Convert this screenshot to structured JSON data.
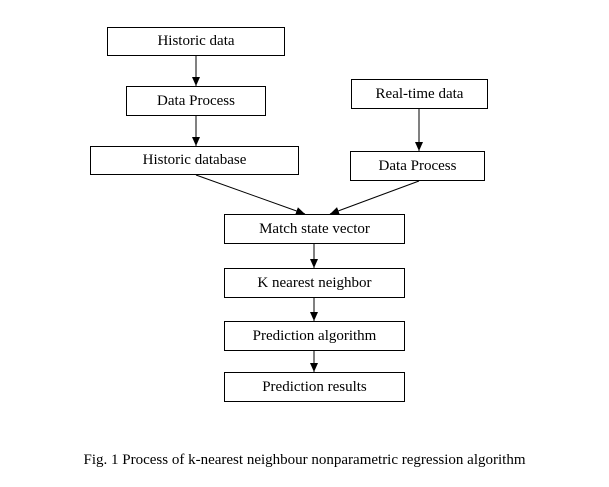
{
  "diagram": {
    "nodes": {
      "historic_data": "Historic data",
      "data_process_left": "Data Process",
      "historic_database": "Historic database",
      "realtime_data": "Real-time data",
      "data_process_right": "Data Process",
      "match_state_vector": "Match state vector",
      "k_nearest_neighbor": "K nearest neighbor",
      "prediction_algorithm": "Prediction algorithm",
      "prediction_results": "Prediction results"
    },
    "edges": [
      {
        "from": "historic_data",
        "to": "data_process_left"
      },
      {
        "from": "data_process_left",
        "to": "historic_database"
      },
      {
        "from": "historic_database",
        "to": "match_state_vector"
      },
      {
        "from": "realtime_data",
        "to": "data_process_right"
      },
      {
        "from": "data_process_right",
        "to": "match_state_vector"
      },
      {
        "from": "match_state_vector",
        "to": "k_nearest_neighbor"
      },
      {
        "from": "k_nearest_neighbor",
        "to": "prediction_algorithm"
      },
      {
        "from": "prediction_algorithm",
        "to": "prediction_results"
      }
    ]
  },
  "caption": "Fig. 1 Process of k-nearest neighbour nonparametric regression algorithm"
}
